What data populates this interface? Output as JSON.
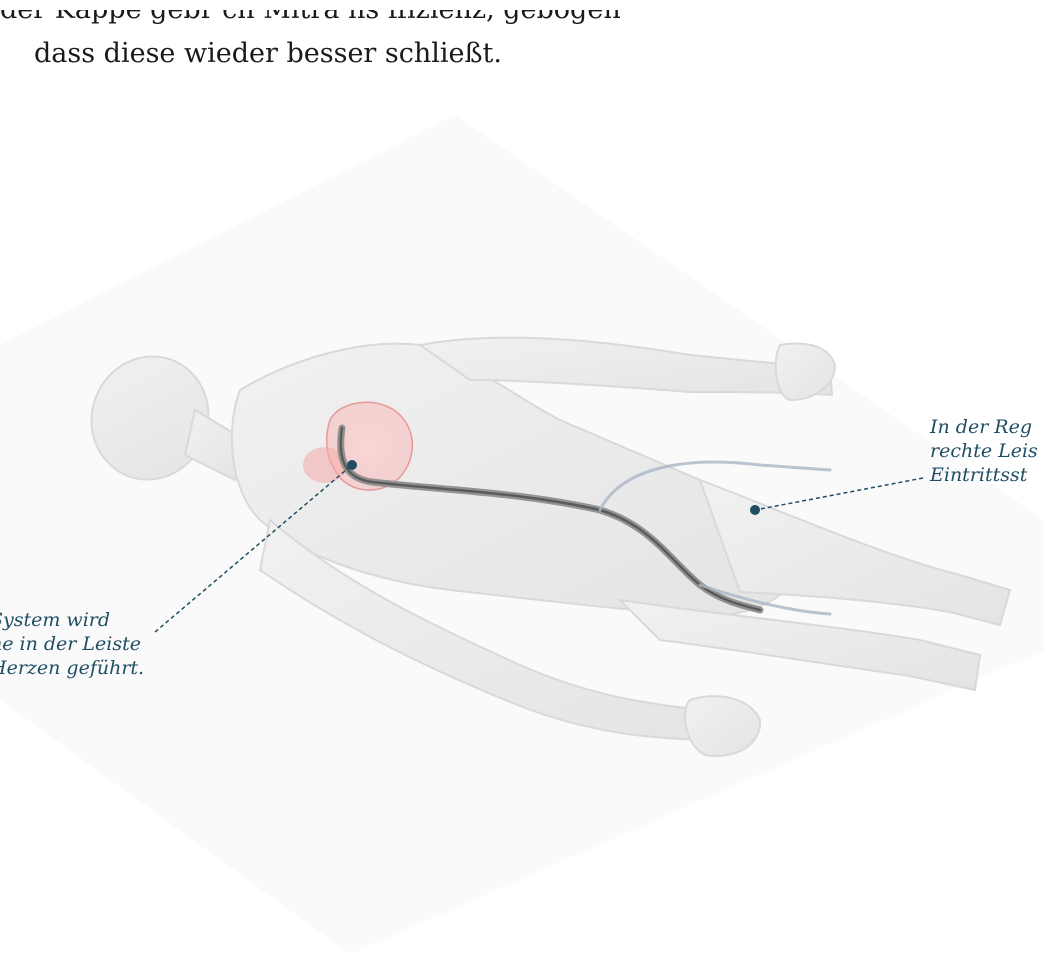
{
  "intro": {
    "line1": "der Kappe gebr ch Mitra ns ffizienz, gebogen",
    "line2": "dass diese wieder besser schließt."
  },
  "callouts": {
    "left": [
      "System wird",
      "ne in der Leiste",
      "Herzen geführt."
    ],
    "right": [
      "In der Reg",
      "rechte Leis",
      "Eintrittsst"
    ]
  },
  "colors": {
    "callout_text": "#1f4e63",
    "leader_line": "#1f4e63",
    "heart_highlight": "#f4a9a8",
    "catheter": "#6f6f6f"
  }
}
